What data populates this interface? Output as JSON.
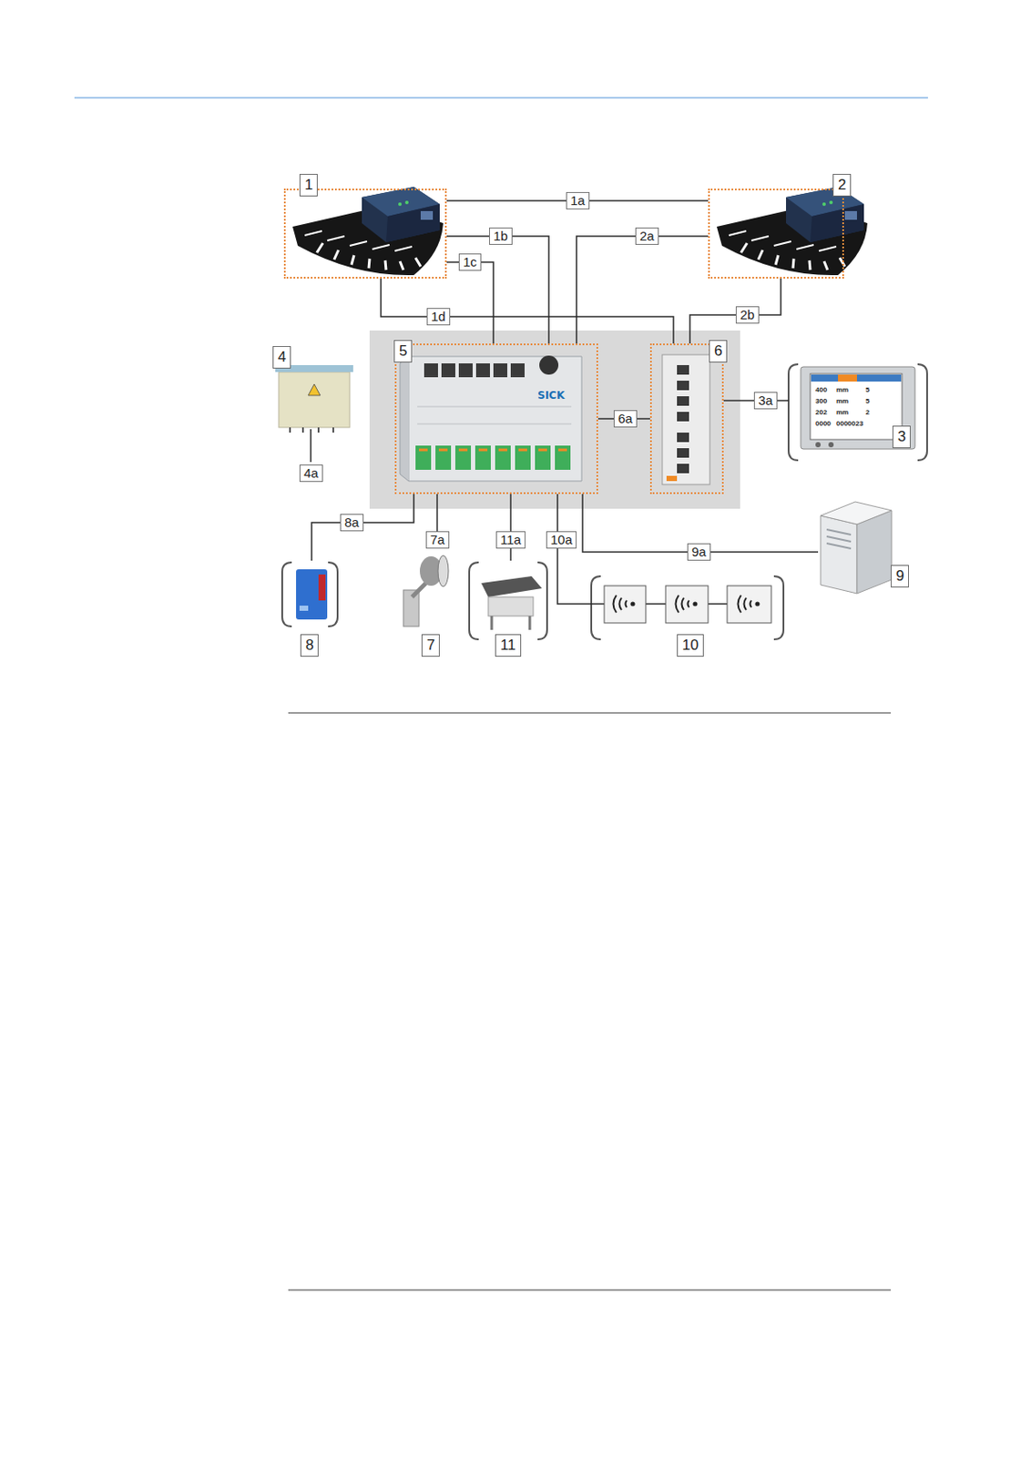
{
  "diagram": {
    "nodes": [
      {
        "text": [
          "1"
        ]
      },
      {
        "text": [
          "2"
        ]
      },
      {
        "text": [
          "4"
        ]
      },
      {
        "text": [
          "5"
        ]
      },
      {
        "text": [
          "6"
        ]
      },
      {
        "text": [
          "3"
        ]
      },
      {
        "text": [
          "8"
        ]
      },
      {
        "text": [
          "7"
        ]
      },
      {
        "text": [
          "11"
        ]
      },
      {
        "text": [
          "10"
        ]
      },
      {
        "text": [
          "9"
        ]
      }
    ],
    "edges": [
      {
        "from": 0,
        "to": 1,
        "label": "1a",
        "arrow": "none"
      },
      {
        "from": 0,
        "to": 3,
        "label": "1b",
        "arrow": "none"
      },
      {
        "from": 0,
        "to": 3,
        "label": "1c",
        "arrow": "none"
      },
      {
        "from": 0,
        "to": 4,
        "label": "1d",
        "arrow": "none"
      },
      {
        "from": 1,
        "to": 3,
        "label": "2a",
        "arrow": "none"
      },
      {
        "from": 1,
        "to": 4,
        "label": "2b",
        "arrow": "none"
      },
      {
        "from": 3,
        "to": 4,
        "label": "6a",
        "arrow": "none"
      },
      {
        "from": 4,
        "to": 5,
        "label": "3a",
        "arrow": "none"
      },
      {
        "from": 3,
        "to": 6,
        "label": "8a",
        "arrow": "none"
      },
      {
        "from": 3,
        "to": 7,
        "label": "7a",
        "arrow": "none"
      },
      {
        "from": 3,
        "to": 8,
        "label": "11a",
        "arrow": "none"
      },
      {
        "from": 3,
        "to": 9,
        "label": "10a",
        "arrow": "none"
      },
      {
        "from": 3,
        "to": 10,
        "label": "9a",
        "arrow": "none"
      }
    ],
    "labels": [
      "4a",
      "SICK",
      "400",
      "mm",
      "5",
      "300",
      "mm",
      "5",
      "202",
      "mm",
      "2",
      "0000",
      "0000023"
    ]
  }
}
